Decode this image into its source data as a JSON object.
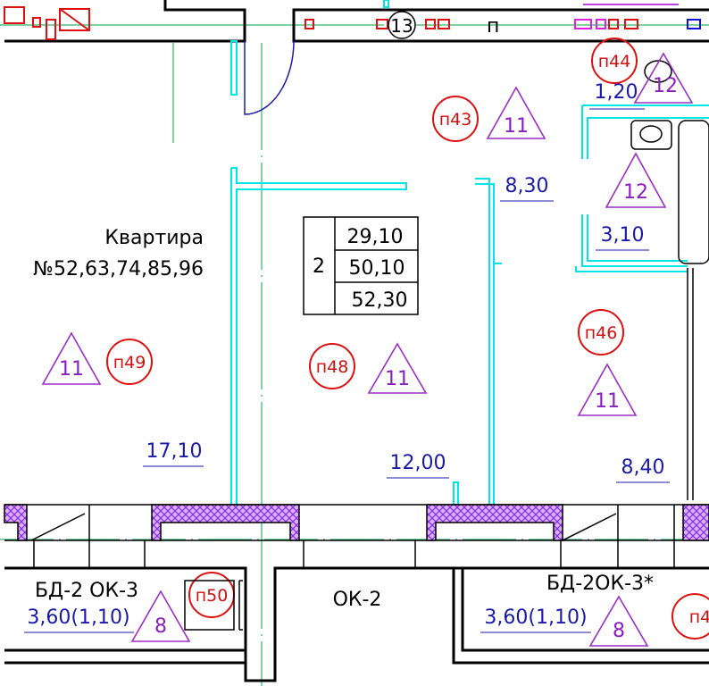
{
  "apartment": {
    "label": "Квартира",
    "numbers": "№52,63,74,85,96"
  },
  "area_table": {
    "rooms": "2",
    "rows": [
      "29,10",
      "50,10",
      "52,30"
    ]
  },
  "axis_marker": "13",
  "rooms": [
    {
      "tag": "п43",
      "type": "11"
    },
    {
      "tag": "п44",
      "area": "1,20",
      "type": "12"
    },
    {
      "area": "8,30"
    },
    {
      "type": "12",
      "area": "3,10"
    },
    {
      "tag": "п46",
      "type": "11",
      "area": "8,40"
    },
    {
      "tag": "п49",
      "type": "11",
      "area": "17,10"
    },
    {
      "tag": "п48",
      "type": "11",
      "area": "12,00"
    }
  ],
  "balconies": [
    {
      "label": "БД-2 ОК-3",
      "area": "3,60(1,10)",
      "type": "8",
      "tag": "п50"
    },
    {
      "label": "ОК-2"
    },
    {
      "label": "БД-2ОК-3*",
      "area": "3,60(1,10)",
      "type": "8",
      "tag": "п4"
    }
  ],
  "vent_label": "п",
  "colors": {
    "wall": "#000000",
    "partition": "#00e5e5",
    "axis": "#2db36b",
    "tag": "#e01010",
    "type": "#9b2fc9",
    "area": "#1a1aa8",
    "hatch": "#8a2be2"
  }
}
